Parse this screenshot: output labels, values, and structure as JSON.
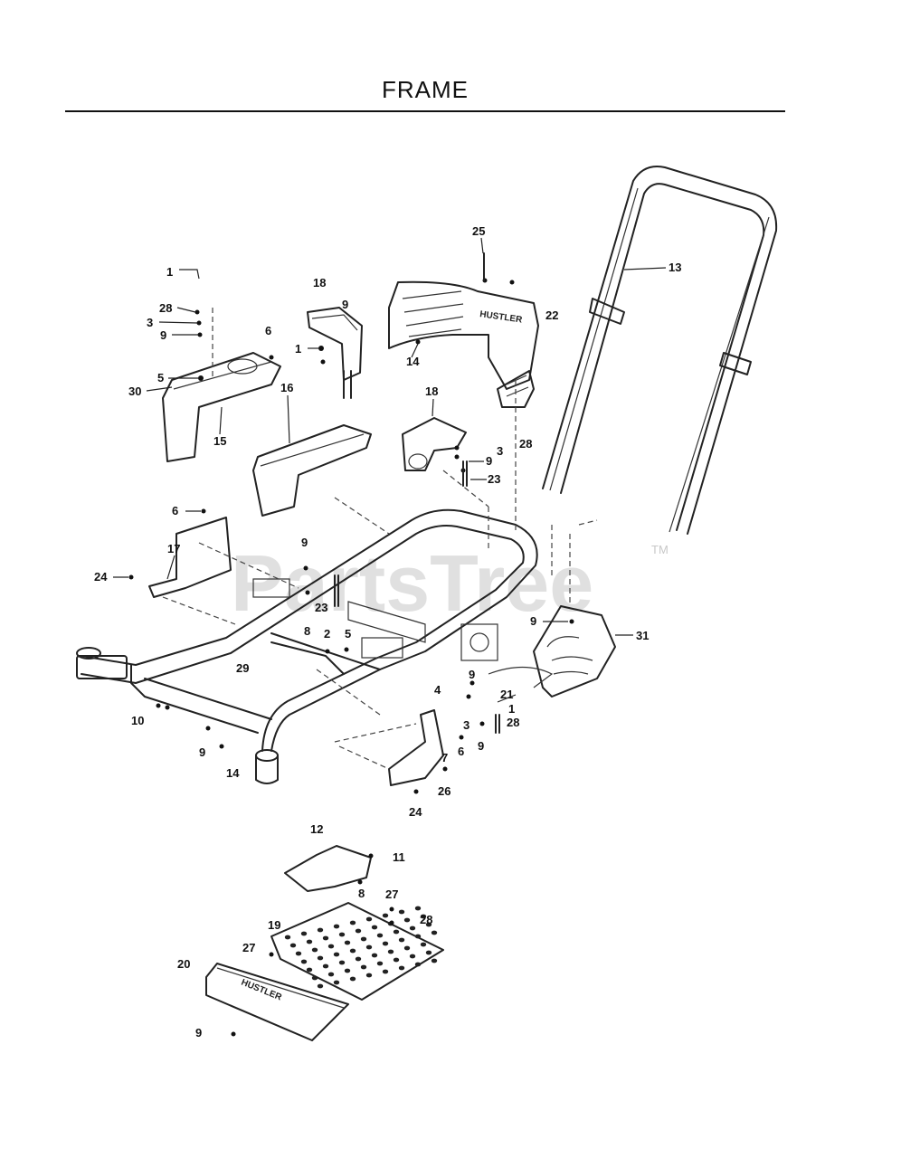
{
  "page": {
    "title": "FRAME"
  },
  "watermark": {
    "text": "PartsTree",
    "trademark": "TM"
  },
  "decal_text": "HUSTLER",
  "callouts": [
    "1",
    "28",
    "3",
    "9",
    "5",
    "30",
    "15",
    "6",
    "18",
    "9",
    "1",
    "14",
    "25",
    "22",
    "13",
    "16",
    "18",
    "9",
    "3",
    "23",
    "28",
    "6",
    "17",
    "24",
    "9",
    "23",
    "8",
    "2",
    "5",
    "29",
    "31",
    "9",
    "9",
    "21",
    "1",
    "28",
    "4",
    "3",
    "6",
    "9",
    "7",
    "10",
    "9",
    "14",
    "26",
    "24",
    "12",
    "11",
    "8",
    "27",
    "28",
    "19",
    "27",
    "20",
    "9"
  ]
}
